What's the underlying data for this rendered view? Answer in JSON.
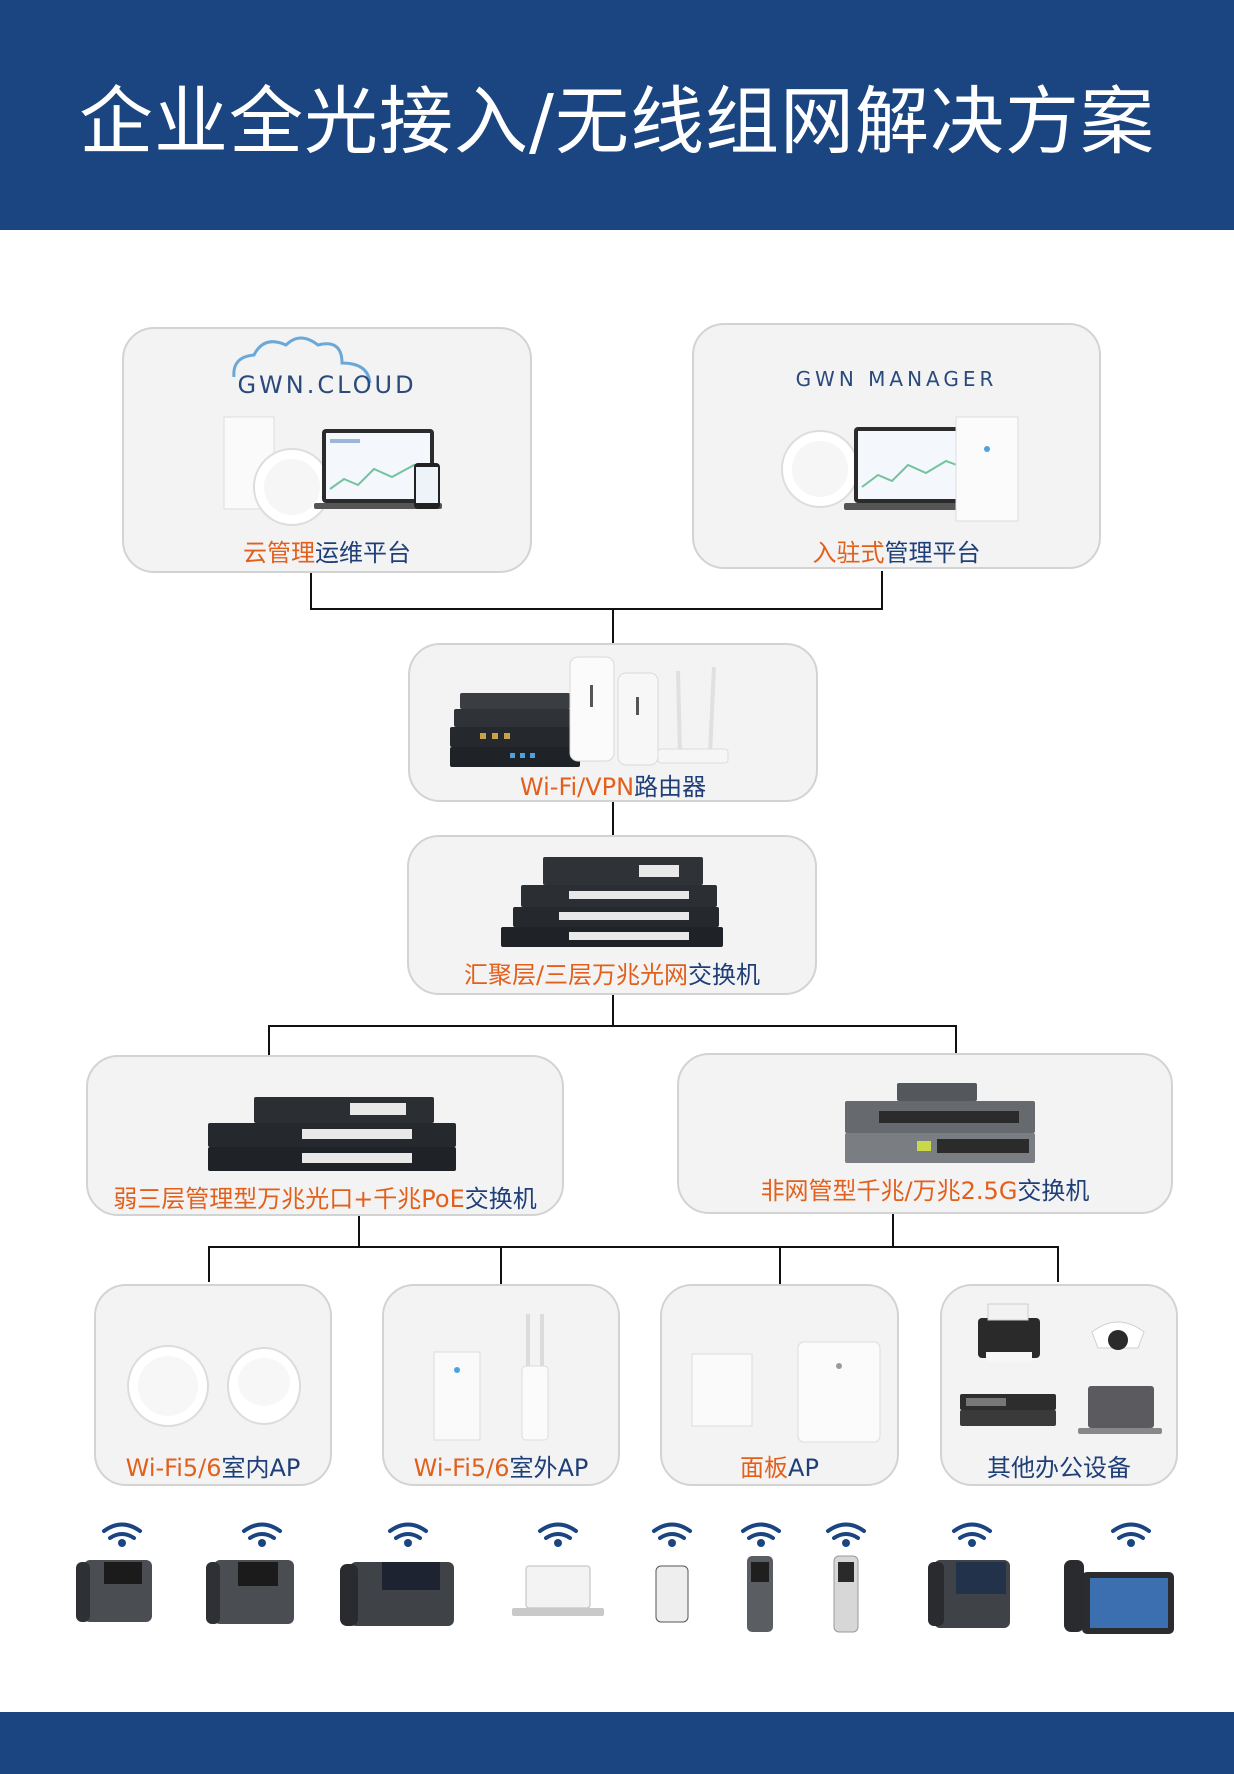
{
  "header": {
    "title": "企业全光接入/无线组网解决方案"
  },
  "cloud": {
    "logo": "GWN.CLOUD",
    "label_orange": "云管理",
    "label_blue": "运维平台"
  },
  "manager": {
    "logo": "GWN MANAGER",
    "label_orange": "入驻式",
    "label_blue": "管理平台"
  },
  "router": {
    "label_orange": "Wi-Fi/VPN",
    "label_blue": "路由器"
  },
  "core_switch": {
    "label_orange": "汇聚层/三层万兆光网",
    "label_blue": "交换机"
  },
  "l3_switch": {
    "label_orange": "弱三层管理型万兆光口+千兆PoE",
    "label_blue": "交换机"
  },
  "unmanaged_switch": {
    "label_orange": "非网管型千兆/万兆2.5G",
    "label_blue": "交换机"
  },
  "indoor_ap": {
    "label_orange": "Wi-Fi5/6",
    "label_blue": "室内AP"
  },
  "outdoor_ap": {
    "label_orange": "Wi-Fi5/6",
    "label_blue": "室外AP"
  },
  "panel_ap": {
    "label_orange": "面板",
    "label_blue": "AP"
  },
  "office": {
    "label_blue": "其他办公设备"
  },
  "colors": {
    "brand_blue": "#1a4580",
    "orange": "#e2601c",
    "label_blue": "#1f3f78"
  },
  "endpoints": [
    "desk-phone-icon",
    "desk-phone-icon",
    "video-phone-icon",
    "laptop-icon",
    "smartphone-icon",
    "cordless-phone-icon",
    "cordless-phone-icon",
    "video-phone-icon",
    "video-phone-icon"
  ]
}
